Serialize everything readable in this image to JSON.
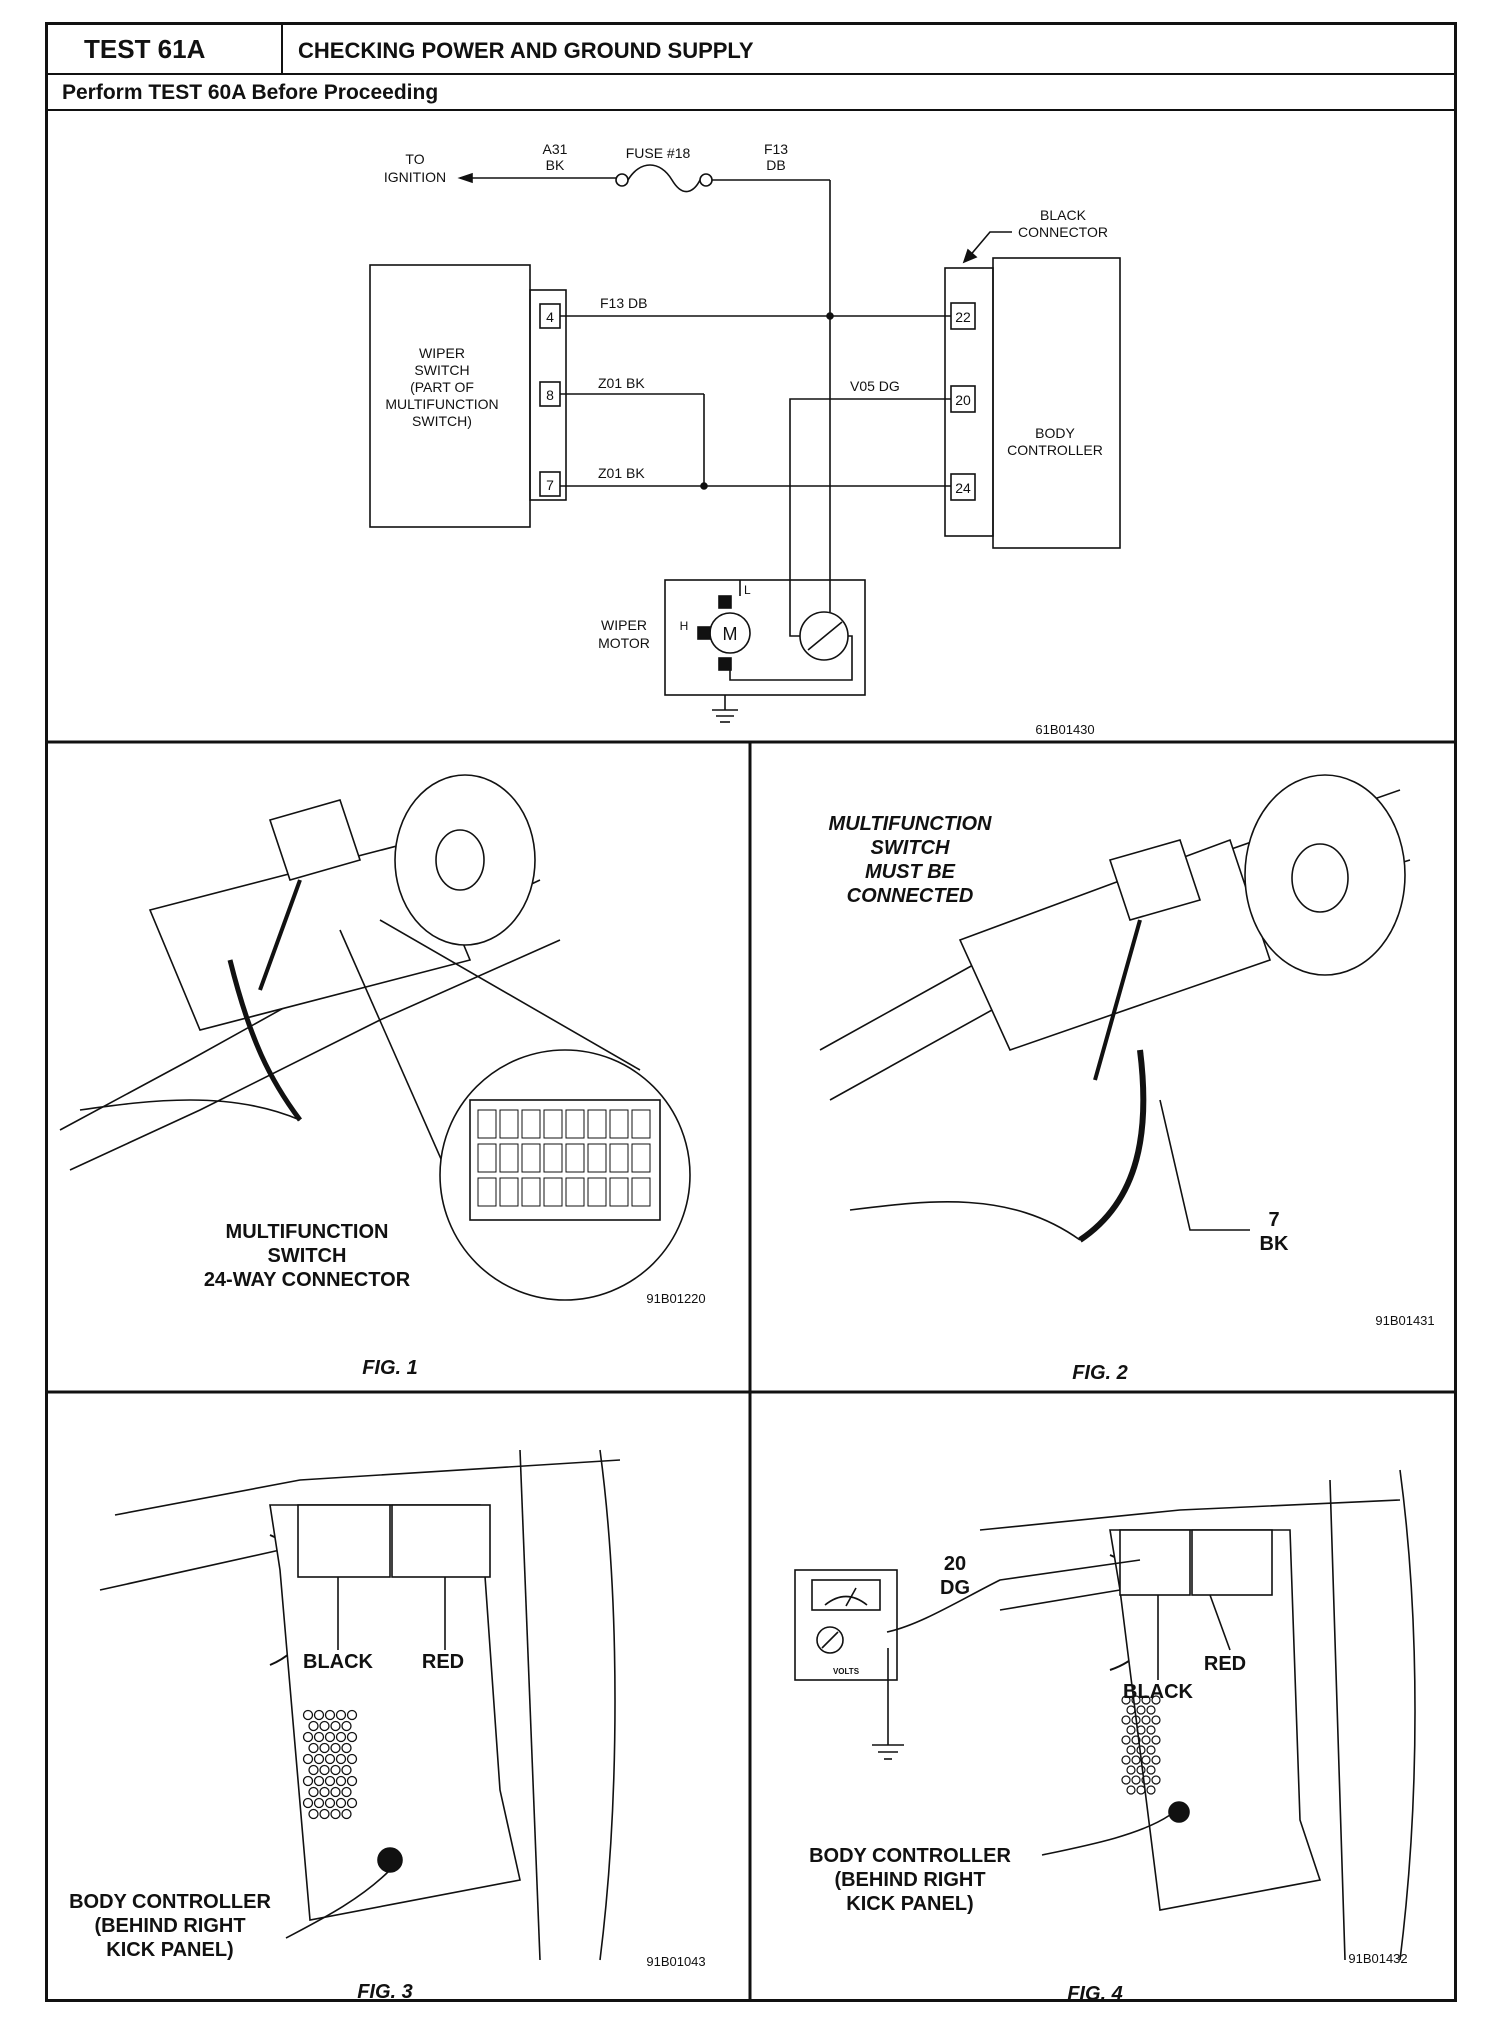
{
  "header": {
    "test_id": "TEST 61A",
    "title": "CHECKING POWER AND GROUND SUPPLY",
    "subheading": "Perform TEST 60A Before Proceeding"
  },
  "schematic": {
    "to_ignition": [
      "TO",
      "IGNITION"
    ],
    "a31": [
      "A31",
      "BK"
    ],
    "fuse": "FUSE #18",
    "f13_top": [
      "F13",
      "DB"
    ],
    "black_connector": [
      "BLACK",
      "CONNECTOR"
    ],
    "wiper_switch": [
      "WIPER",
      "SWITCH",
      "(PART OF",
      "MULTIFUNCTION",
      "SWITCH)"
    ],
    "body_controller": [
      "BODY",
      "CONTROLLER"
    ],
    "pins_left": [
      "4",
      "8",
      "7"
    ],
    "pins_right": [
      "22",
      "20",
      "24"
    ],
    "wire_f13": "F13 DB",
    "wire_z01_a": "Z01 BK",
    "wire_z01_b": "Z01 BK",
    "wire_v05": "V05 DG",
    "wiper_motor": [
      "WIPER",
      "MOTOR"
    ],
    "motor_symbol": "M",
    "motor_h": "H",
    "motor_l": "L",
    "code": "61B01430"
  },
  "fig1": {
    "caption": "FIG. 1",
    "label": [
      "MULTIFUNCTION",
      "SWITCH",
      "24-WAY CONNECTOR"
    ],
    "code": "91B01220"
  },
  "fig2": {
    "caption": "FIG. 2",
    "note": [
      "MULTIFUNCTION",
      "SWITCH",
      "MUST BE",
      "CONNECTED"
    ],
    "callout": [
      "7",
      "BK"
    ],
    "code": "91B01431"
  },
  "fig3": {
    "caption": "FIG. 3",
    "black": "BLACK",
    "red": "RED",
    "label": [
      "BODY CONTROLLER",
      "(BEHIND RIGHT",
      "KICK PANEL)"
    ],
    "code": "91B01043"
  },
  "fig4": {
    "caption": "FIG. 4",
    "wire": [
      "20",
      "DG"
    ],
    "black": "BLACK",
    "red": "RED",
    "label": [
      "BODY CONTROLLER",
      "(BEHIND RIGHT",
      "KICK PANEL)"
    ],
    "meter": "VOLTS",
    "code": "91B01432"
  }
}
